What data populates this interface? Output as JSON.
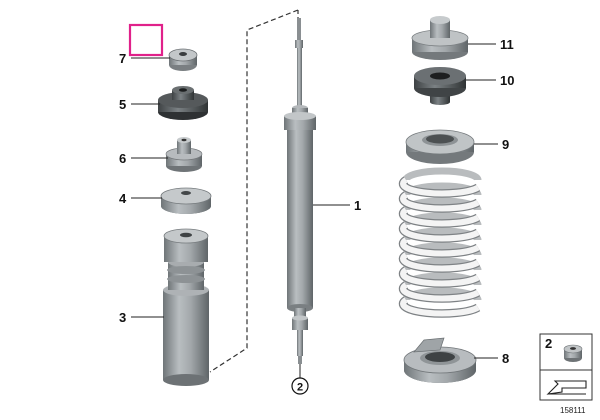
{
  "callouts": [
    {
      "id": "part-7",
      "label": "7"
    },
    {
      "id": "part-5",
      "label": "5"
    },
    {
      "id": "part-6",
      "label": "6"
    },
    {
      "id": "part-4",
      "label": "4"
    },
    {
      "id": "part-3",
      "label": "3"
    },
    {
      "id": "part-1",
      "label": "1"
    },
    {
      "id": "part-11",
      "label": "11"
    },
    {
      "id": "part-10",
      "label": "10"
    },
    {
      "id": "part-9",
      "label": "9"
    },
    {
      "id": "part-8",
      "label": "8"
    }
  ],
  "circled_ref": "2",
  "legend_box": {
    "number": "2"
  },
  "catalog_number": "158111",
  "colors": {
    "highlight": "#e0218a",
    "part_gray": "#9ea3a6",
    "spring_white": "#f4f4f4"
  }
}
